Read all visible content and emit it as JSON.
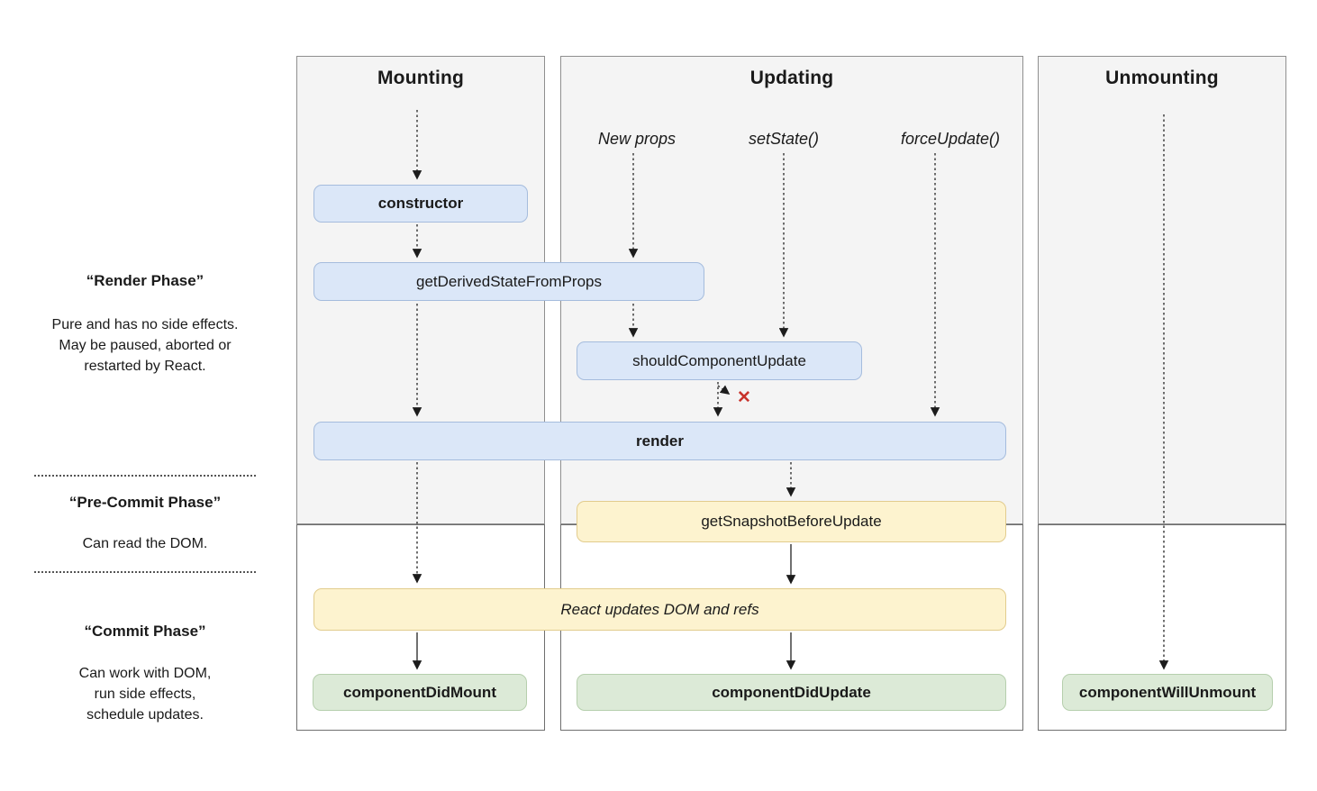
{
  "columns": {
    "mounting": {
      "title": "Mounting"
    },
    "updating": {
      "title": "Updating"
    },
    "unmounting": {
      "title": "Unmounting"
    }
  },
  "phase_labels": {
    "render": {
      "title": "“Render Phase”",
      "lines": [
        "Pure and has no side effects.",
        "May be paused, aborted or",
        "restarted by React."
      ]
    },
    "pre_commit": {
      "title": "“Pre-Commit Phase”",
      "lines": [
        "Can read the DOM."
      ]
    },
    "commit": {
      "title": "“Commit Phase”",
      "lines": [
        "Can work with DOM,",
        "run side effects,",
        "schedule updates."
      ]
    }
  },
  "update_triggers": {
    "new_props": "New props",
    "set_state": "setState()",
    "force_update": "forceUpdate()"
  },
  "nodes": {
    "constructor": "constructor",
    "get_derived_state_from_props": "getDerivedStateFromProps",
    "should_component_update": "shouldComponentUpdate",
    "render": "render",
    "get_snapshot_before_update": "getSnapshotBeforeUpdate",
    "react_updates_dom_and_refs": "React updates DOM and refs",
    "component_did_mount": "componentDidMount",
    "component_did_update": "componentDidUpdate",
    "component_will_unmount": "componentWillUnmount"
  },
  "marks": {
    "false_branch": "✕"
  },
  "colors": {
    "node_blue_fill": "#dbe7f8",
    "node_blue_border": "#a5bcdd",
    "node_yellow_fill": "#fdf3cf",
    "node_yellow_border": "#e2cc8d",
    "node_green_fill": "#dcead7",
    "node_green_border": "#b6cfad",
    "column_fill": "#f4f4f4",
    "column_border": "#8f8f8f",
    "false_branch_red": "#c8332b",
    "arrow": "#333333"
  }
}
